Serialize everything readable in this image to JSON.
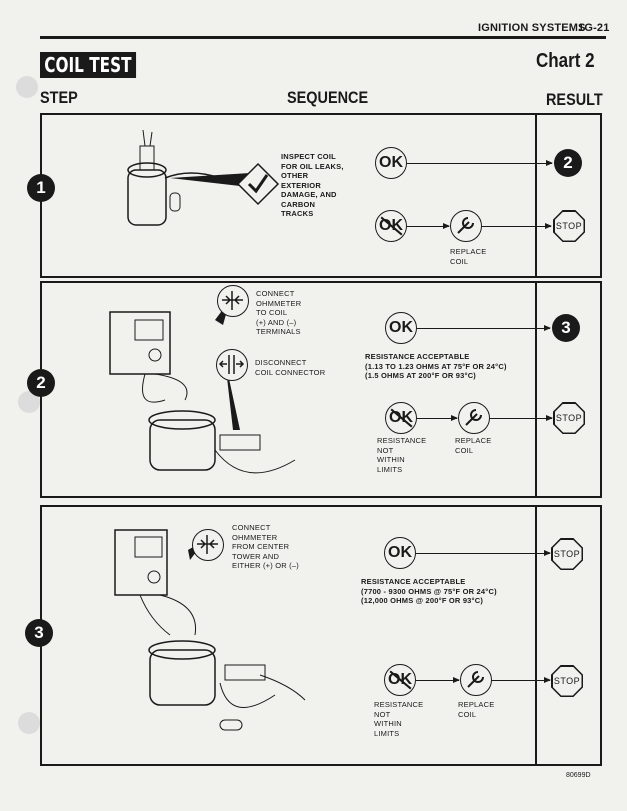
{
  "header": {
    "section": "IGNITION SYSTEMS",
    "page": "1G-21"
  },
  "title": "COIL TEST",
  "chart_label": "Chart 2",
  "columns": {
    "step": "STEP",
    "sequence": "SEQUENCE",
    "result": "RESULT"
  },
  "steps": [
    {
      "number": "1",
      "instruction": "INSPECT COIL\nFOR OIL LEAKS,\nOTHER\nEXTERIOR\nDAMAGE, AND\nCARBON\nTRACKS",
      "ok": "OK",
      "ok_result": "2",
      "not_ok": "OK",
      "action": "REPLACE\nCOIL",
      "not_ok_result": "STOP"
    },
    {
      "number": "2",
      "instruction": "CONNECT\nOHMMETER\nTO COIL\n(+) AND (–)\nTERMINALS",
      "instruction2": "DISCONNECT\nCOIL CONNECTOR",
      "ok": "OK",
      "ok_text": "RESISTANCE ACCEPTABLE\n(1.13 TO 1.23 OHMS AT 75°F OR 24°C)\n(1.5 OHMS AT 200°F OR 93°C)",
      "ok_result": "3",
      "not_ok": "OK",
      "not_ok_text": "RESISTANCE\nNOT\nWITHIN\nLIMITS",
      "action": "REPLACE\nCOIL",
      "not_ok_result": "STOP"
    },
    {
      "number": "3",
      "instruction": "CONNECT\nOHMMETER\nFROM CENTER\nTOWER AND\nEITHER (+) OR (–)",
      "ok": "OK",
      "ok_text": "RESISTANCE ACCEPTABLE\n(7700 - 9300 OHMS @ 75°F OR 24°C)\n(12,000 OHMS @ 200°F OR 93°C)",
      "ok_result": "STOP",
      "not_ok": "OK",
      "not_ok_text": "RESISTANCE\nNOT\nWITHIN\nLIMITS",
      "action": "REPLACE\nCOIL",
      "not_ok_result": "STOP"
    }
  ],
  "footer_code": "80699D"
}
